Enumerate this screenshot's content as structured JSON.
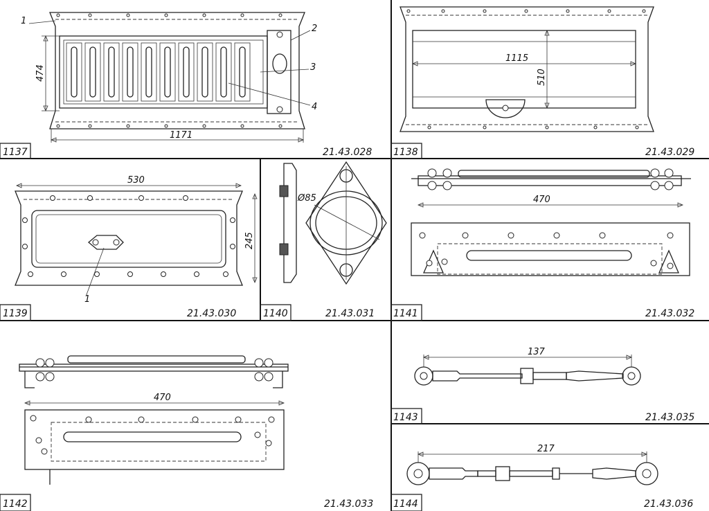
{
  "panels": [
    {
      "id": "p1137",
      "number": "1137",
      "code": "21.43.028",
      "callouts": [
        "1",
        "2",
        "3",
        "4"
      ],
      "dims": [
        "474",
        "1171"
      ]
    },
    {
      "id": "p1138",
      "number": "1138",
      "code": "21.43.029",
      "dims": [
        "1115",
        "510"
      ]
    },
    {
      "id": "p1139",
      "number": "1139",
      "code": "21.43.030",
      "callouts": [
        "1"
      ],
      "dims": [
        "530",
        "245"
      ]
    },
    {
      "id": "p1140",
      "number": "1140",
      "code": "21.43.031",
      "dims": [
        "Ø85"
      ]
    },
    {
      "id": "p1141",
      "number": "1141",
      "code": "21.43.032",
      "dims": [
        "470"
      ]
    },
    {
      "id": "p1142",
      "number": "1142",
      "code": "21.43.033",
      "dims": [
        "470"
      ]
    },
    {
      "id": "p1143",
      "number": "1143",
      "code": "21.43.035",
      "dims": [
        "137"
      ]
    },
    {
      "id": "p1144",
      "number": "1144",
      "code": "21.43.036",
      "dims": [
        "217"
      ]
    }
  ]
}
